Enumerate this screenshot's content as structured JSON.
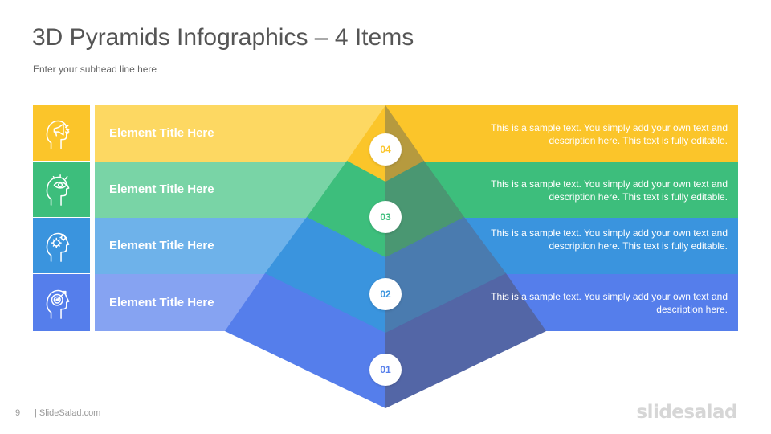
{
  "header": {
    "title": "3D Pyramids Infographics – 4 Items",
    "subhead": "Enter your subhead  line here"
  },
  "items": [
    {
      "number": "04",
      "title": "Element Title Here",
      "description": "This is a sample text. You simply add your own text and description here. This text is fully editable.",
      "icon": "megaphone-head-icon",
      "colors": {
        "dark": "#FBC52A",
        "light": "#FDD862",
        "face_left": "#FBC52A",
        "face_right": "#B69A3E"
      }
    },
    {
      "number": "03",
      "title": "Element Title Here",
      "description": "This is a sample text. You simply add your own text and description here. This text is fully editable.",
      "icon": "eye-head-icon",
      "colors": {
        "dark": "#3DBE7C",
        "light": "#79D4A6",
        "face_left": "#3DBE7C",
        "face_right": "#4A9772"
      }
    },
    {
      "number": "02",
      "title": "Element Title Here",
      "description": "This is a sample text. You simply add your own text and description here. This text is fully editable.",
      "icon": "gears-head-icon",
      "colors": {
        "dark": "#3A94DE",
        "light": "#6EB2EA",
        "face_left": "#3A94DE",
        "face_right": "#4A7BAF"
      }
    },
    {
      "number": "01",
      "title": "Element Title Here",
      "description": "This is a sample text. You simply add your own text and description here.",
      "icon": "target-head-icon",
      "colors": {
        "dark": "#557EEB",
        "light": "#86A3F2",
        "face_left": "#557EEB",
        "face_right": "#5366A6"
      }
    }
  ],
  "footer": {
    "page_number": "9",
    "site": "| SlideSalad.com",
    "logo": "slidesalad"
  }
}
